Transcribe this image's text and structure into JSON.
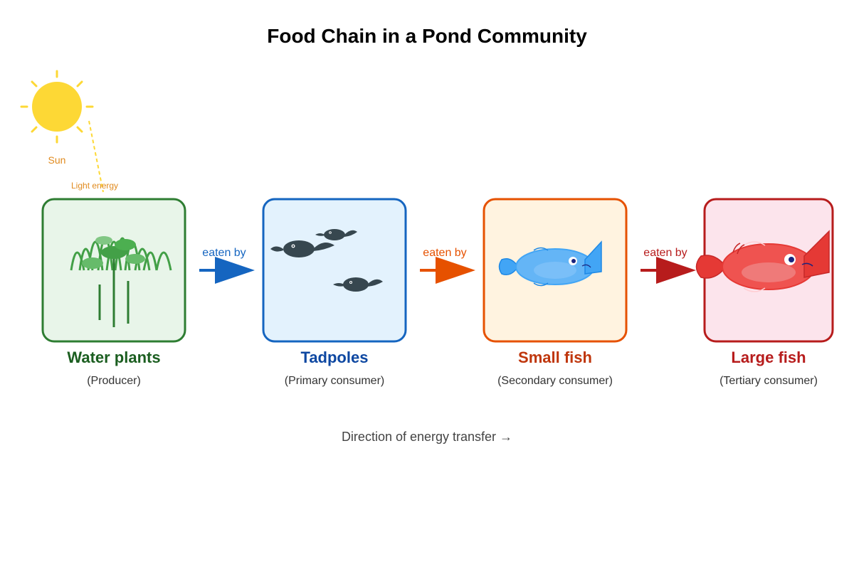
{
  "title": "Food Chain in a Pond Community",
  "sun": {
    "label": "Sun",
    "energy_label": "Light energy",
    "color": "#fdd835",
    "label_color": "#e08a1e"
  },
  "nodes": [
    {
      "name": "Water plants",
      "role": "(Producer)",
      "border": "#2e7d32",
      "fill": "#e8f5e9",
      "text_color": "#1b5e20",
      "icon": "water-plant-icon"
    },
    {
      "name": "Tadpoles",
      "role": "(Primary consumer)",
      "border": "#1565c0",
      "fill": "#e3f2fd",
      "text_color": "#0d47a1",
      "icon": "tadpole-icon"
    },
    {
      "name": "Small fish",
      "role": "(Secondary consumer)",
      "border": "#e65100",
      "fill": "#fff3e0",
      "text_color": "#bf360c",
      "icon": "small-fish-icon"
    },
    {
      "name": "Large fish",
      "role": "(Tertiary consumer)",
      "border": "#b71c1c",
      "fill": "#fce4ec",
      "text_color": "#b71c1c",
      "icon": "large-fish-icon"
    }
  ],
  "edges": [
    {
      "label": "eaten by",
      "color": "#1565c0",
      "label_color": "#1565c0"
    },
    {
      "label": "eaten by",
      "color": "#e65100",
      "label_color": "#e65100"
    },
    {
      "label": "eaten by",
      "color": "#b71c1c",
      "label_color": "#b71c1c"
    }
  ],
  "footer": "Direction of energy transfer →"
}
